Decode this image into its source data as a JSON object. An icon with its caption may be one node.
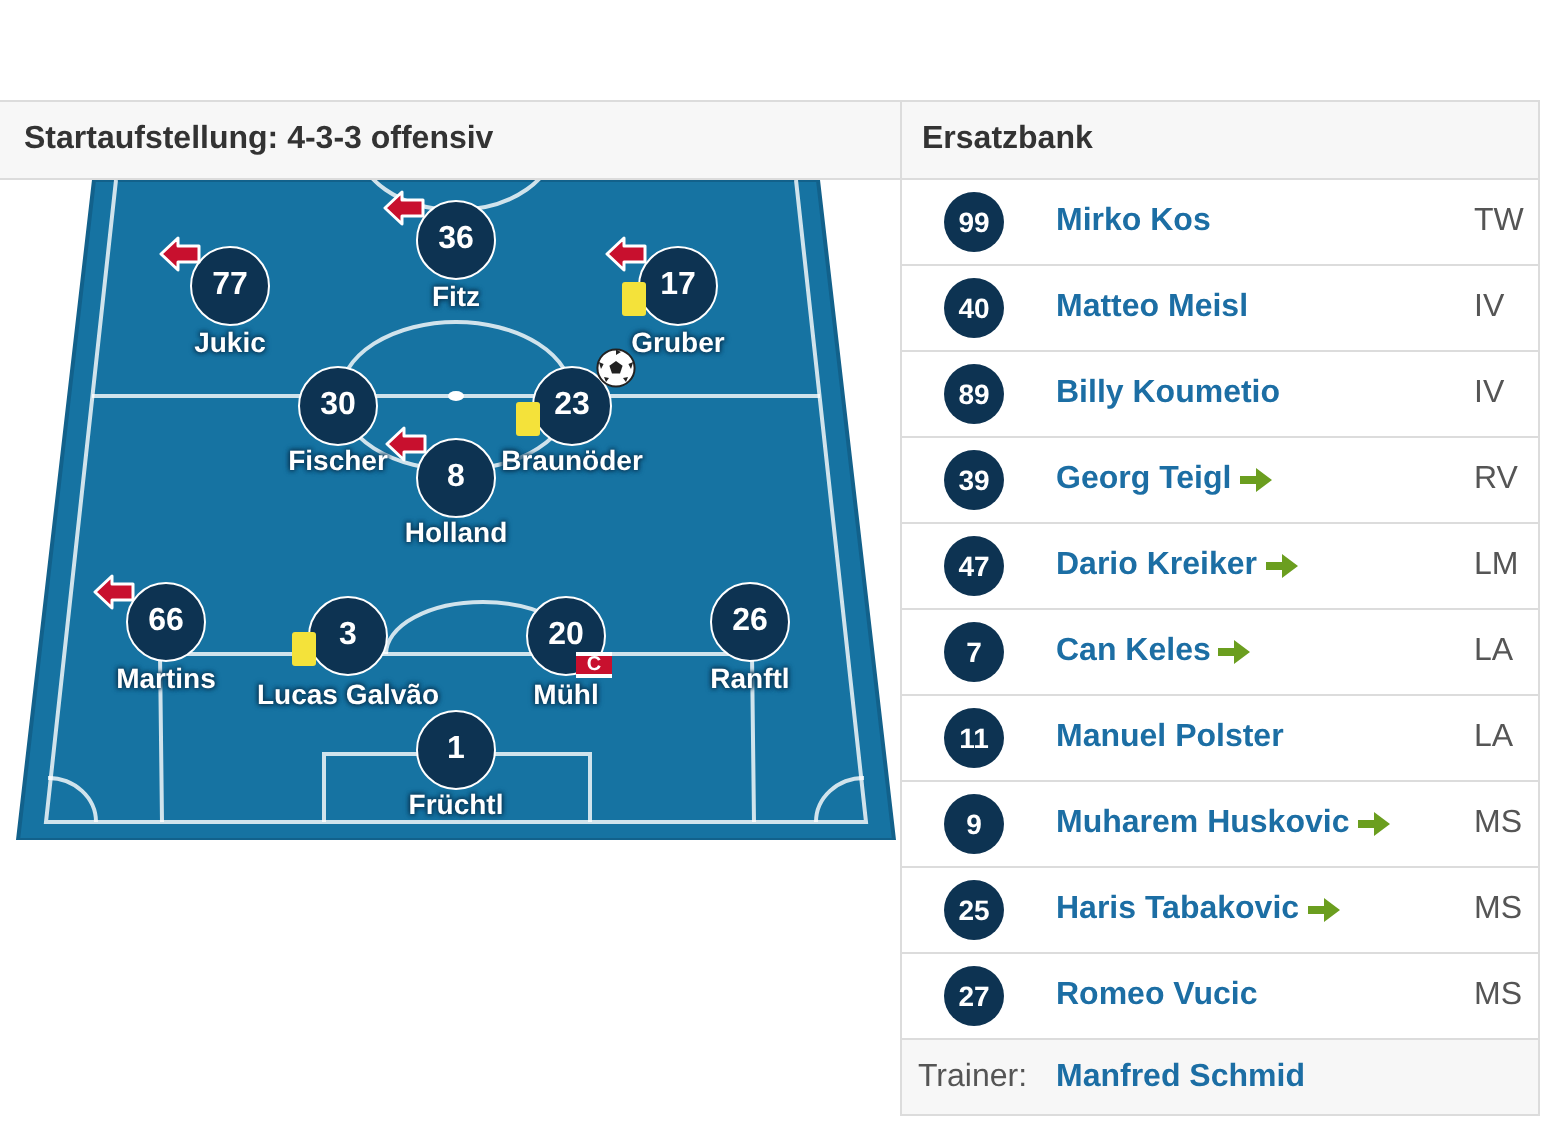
{
  "diagram": {
    "nodes": [
      {
        "text": [
          "Startaufstellung: 4-3-3 offensiv"
        ]
      },
      {
        "text": [
          "36"
        ],
        "beside": [
          "Fitz"
        ],
        "in": 0
      },
      {
        "text": [
          "77"
        ],
        "beside": [
          "Jukic"
        ],
        "in": 0
      },
      {
        "text": [
          "17"
        ],
        "beside": [
          "Gruber"
        ],
        "in": 0
      },
      {
        "text": [
          "30"
        ],
        "beside": [
          "Fischer"
        ],
        "in": 0
      },
      {
        "text": [
          "23"
        ],
        "beside": [
          "Braunöder"
        ],
        "in": 0
      },
      {
        "text": [
          "8"
        ],
        "beside": [
          "Holland"
        ],
        "in": 0
      },
      {
        "text": [
          "66"
        ],
        "beside": [
          "Martins"
        ],
        "in": 0
      },
      {
        "text": [
          "3"
        ],
        "beside": [
          "Lucas Galvão"
        ],
        "in": 0
      },
      {
        "text": [
          "20"
        ],
        "beside": [
          "Mühl"
        ],
        "in": 0
      },
      {
        "text": [
          "26"
        ],
        "beside": [
          "Ranftl"
        ],
        "in": 0
      },
      {
        "text": [
          "1"
        ],
        "beside": [
          "Früchtl"
        ],
        "in": 0
      },
      {
        "text": [
          "Ersatzbank"
        ]
      },
      {
        "text": [
          "99"
        ],
        "beside": [
          "Mirko Kos"
        ],
        "in": 12
      },
      {
        "text": [
          "40"
        ],
        "beside": [
          "Matteo Meisl"
        ],
        "in": 12
      },
      {
        "text": [
          "89"
        ],
        "beside": [
          "Billy Koumetio"
        ],
        "in": 12
      },
      {
        "text": [
          "39"
        ],
        "beside": [
          "Georg Teigl"
        ],
        "in": 12
      },
      {
        "text": [
          "47"
        ],
        "beside": [
          "Dario Kreiker"
        ],
        "in": 12
      },
      {
        "text": [
          "7"
        ],
        "beside": [
          "Can Keles"
        ],
        "in": 12
      },
      {
        "text": [
          "11"
        ],
        "beside": [
          "Manuel Polster"
        ],
        "in": 12
      },
      {
        "text": [
          "9"
        ],
        "beside": [
          "Muharem Huskovic"
        ],
        "in": 12
      },
      {
        "text": [
          "25"
        ],
        "beside": [
          "Haris Tabakovic"
        ],
        "in": 12
      },
      {
        "text": [
          "27"
        ],
        "beside": [
          "Romeo Vucic"
        ],
        "in": 12
      }
    ],
    "edges": [],
    "labels": [
      "C",
      "TW",
      "IV",
      "IV",
      "RV",
      "LM",
      "LA",
      "LA",
      "MS",
      "MS",
      "MS",
      "Trainer:",
      "Manfred Schmid"
    ]
  }
}
